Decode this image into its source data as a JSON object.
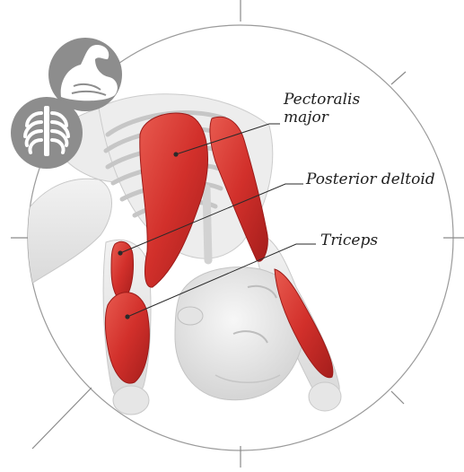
{
  "labels": {
    "pectoralis_line1": "Pectoralis",
    "pectoralis_line2": "major",
    "posterior_deltoid": "Posterior deltoid",
    "triceps": "Triceps"
  },
  "icons": {
    "top": "flexed-arm-muscle-icon",
    "bottom": "ribcage-icon"
  },
  "colors": {
    "muscle": "#d8302c",
    "muscle_dark": "#a81c1c",
    "body": "#e9e9e9",
    "icon_bg": "#8c8c8c",
    "ring": "#9a9a9a"
  }
}
